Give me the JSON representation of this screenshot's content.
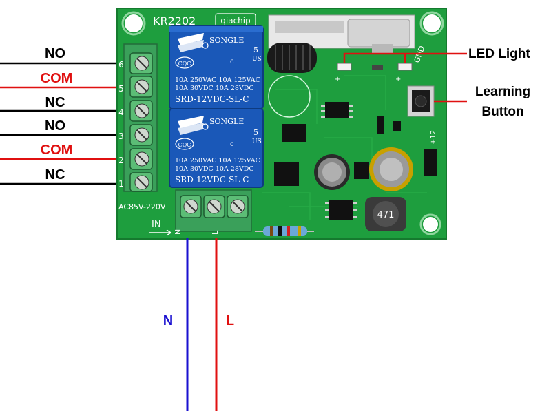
{
  "board": {
    "model": "KR2202",
    "brand": "qiachip",
    "input_rating": "AC85V-220V",
    "input_label": "IN",
    "terminal_n": "N",
    "terminal_l": "L",
    "pin_numbers": [
      "6",
      "5",
      "4",
      "3",
      "2",
      "1"
    ],
    "gnd_label": "GND",
    "plus12_label": "+12",
    "relays": [
      {
        "brand": "SONGLE",
        "rating_1": "10A 250VAC  10A 125VAC",
        "rating_2": "10A  30VDC  10A  28VDC",
        "model": "SRD-12VDC-SL-C",
        "voltage": "5",
        "region": "US",
        "cert_1": "CQC",
        "cert_2": "c"
      },
      {
        "brand": "SONGLE",
        "rating_1": "10A 250VAC  10A 125VAC",
        "rating_2": "10A  30VDC  10A  28VDC",
        "model": "SRD-12VDC-SL-C",
        "voltage": "5",
        "region": "US",
        "cert_1": "CQC",
        "cert_2": "c"
      }
    ],
    "inductor_code": "471"
  },
  "relay_terminals": [
    "NO",
    "COM",
    "NC",
    "NO",
    "COM",
    "NC"
  ],
  "callouts": {
    "led": "LED Light",
    "learning_1": "Learning",
    "learning_2": "Button"
  },
  "power_wires": {
    "neutral": "N",
    "live": "L"
  },
  "colors": {
    "pcb_green": "#1e9e3e",
    "black_wire": "#000000",
    "red_wire": "#e01010",
    "blue_wire": "#1a10d0",
    "com_label": "#e01010",
    "relay_blue": "#1a58b8"
  }
}
